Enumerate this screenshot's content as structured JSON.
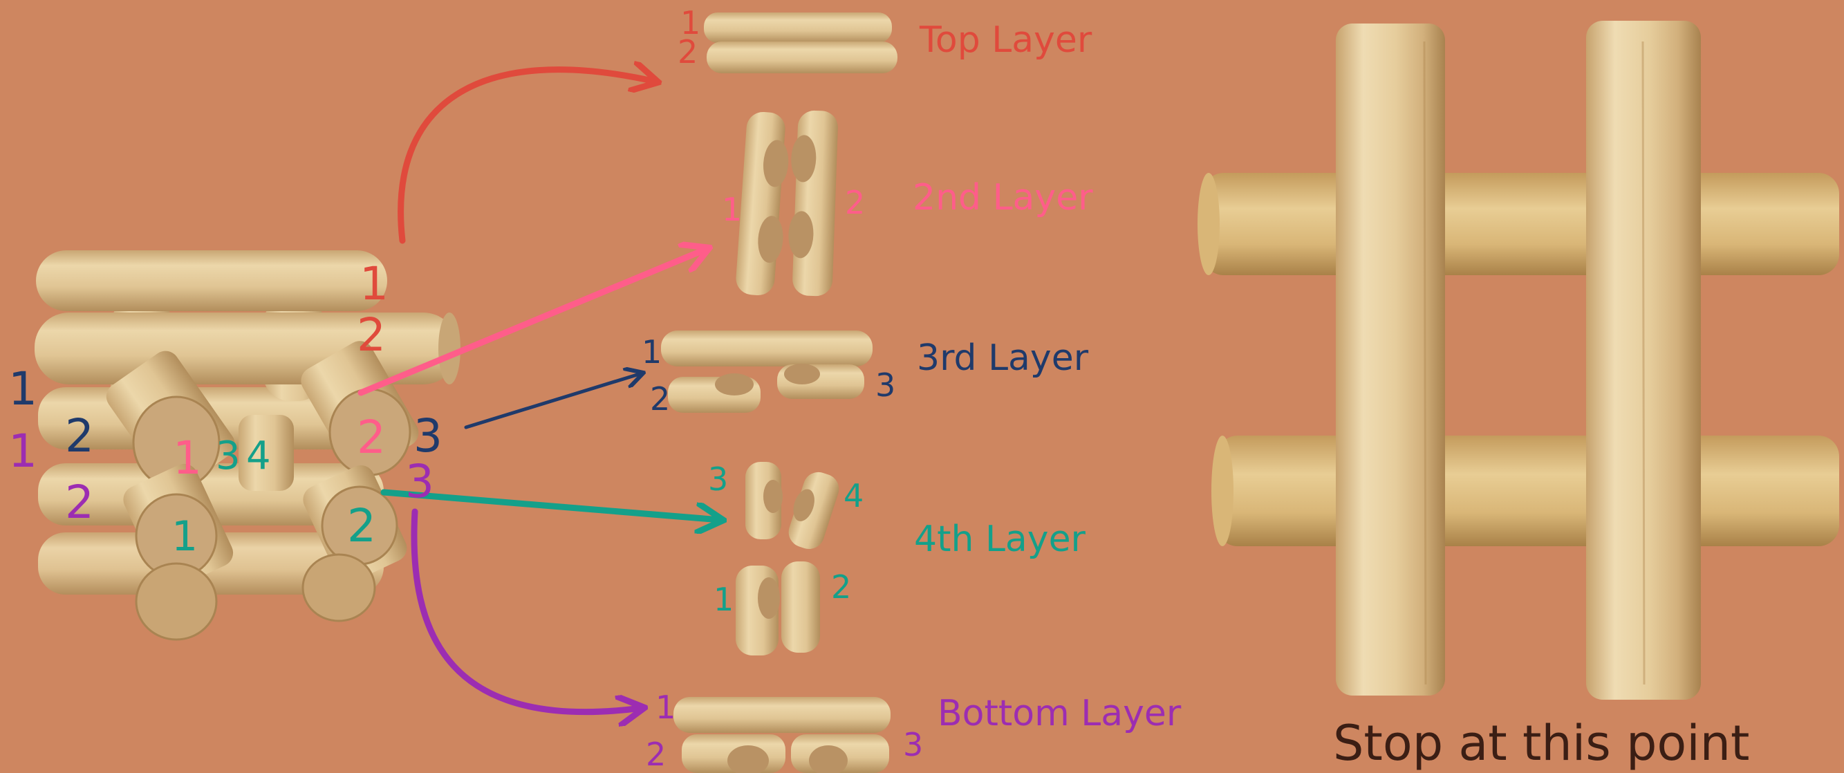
{
  "colors": {
    "background": "#ce8660",
    "wood_light": "#ecd7aa",
    "wood_mid": "#d8bb86",
    "wood_dark": "#b89462",
    "end_grain": "#caa77a",
    "top": "#e04a3c",
    "second": "#ff5d8a",
    "third": "#1f3a6b",
    "fourth": "#14a08a",
    "bottom": "#9c2db2",
    "caption": "#3b1e14"
  },
  "layers": {
    "top": {
      "title": "Top Layer",
      "nums": [
        "1",
        "2"
      ]
    },
    "second": {
      "title": "2nd Layer",
      "nums": [
        "1",
        "2"
      ]
    },
    "third": {
      "title": "3rd Layer",
      "nums": [
        "1",
        "2",
        "3"
      ]
    },
    "fourth": {
      "title": "4th Layer",
      "nums": [
        "3",
        "4",
        "1",
        "2"
      ]
    },
    "bottom": {
      "title": "Bottom Layer",
      "nums": [
        "1",
        "2",
        "3"
      ]
    }
  },
  "assembly": {
    "top_nums": [
      "1",
      "2"
    ],
    "second_nums": [
      "1",
      "2"
    ],
    "third_nums": [
      "1",
      "2",
      "3"
    ],
    "fourth_nums": [
      "1",
      "3",
      "4",
      "2"
    ],
    "bottom_nums": [
      "1",
      "2",
      "3"
    ]
  },
  "caption": "Stop at this point"
}
